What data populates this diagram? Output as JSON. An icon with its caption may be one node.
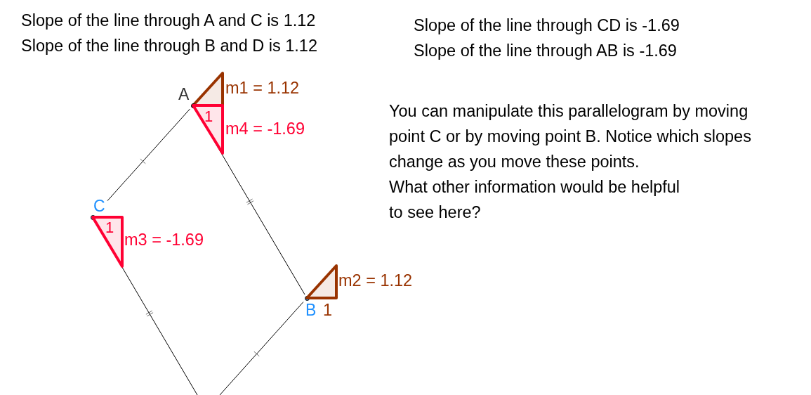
{
  "diagram": {
    "nodes": [
      {
        "text": [],
        "shape": "triangle",
        "beside": [
          "m1 = 1.12"
        ]
      },
      {
        "text": [
          "A"
        ]
      },
      {
        "text": [
          "1"
        ],
        "beside": [
          "m4 = -1.69"
        ]
      },
      {
        "text": [
          "C"
        ]
      },
      {
        "text": [
          "1"
        ],
        "beside": [
          "m3 = -1.69"
        ]
      },
      {
        "text": [
          "B"
        ]
      },
      {
        "text": [],
        "shape": "triangle",
        "beside": [
          "m2 = 1.12",
          "1"
        ]
      }
    ],
    "edges": [
      {
        "from": 1,
        "to": 3,
        "arrow": "none"
      },
      {
        "from": 1,
        "to": 5,
        "arrow": "none"
      },
      {
        "from": 3,
        "to": null,
        "arrow": "none"
      },
      {
        "from": 5,
        "to": null,
        "arrow": "none"
      }
    ],
    "labels": [
      "Slope of the line through A and C is 1.12",
      "Slope of the line through B and D is 1.12",
      "Slope of the line through CD is -1.69",
      "Slope of the line through AB is -1.69",
      "You can manipulate this parallelogram by moving point C or by moving point B. Notice which slopes change as you move these points.",
      "What other information would be helpful to see here?"
    ]
  }
}
